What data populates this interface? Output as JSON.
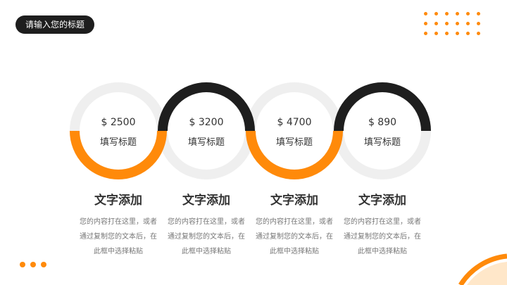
{
  "header": {
    "title": "请输入您的标题"
  },
  "items": [
    {
      "amount": "$ 2500",
      "subtitle": "填写标题",
      "heading": "文字添加",
      "body": "您的内容打在这里，或者通过复制您的文本后，在此框中选择粘贴",
      "highlight": "bottom",
      "color": "#ff8a0a"
    },
    {
      "amount": "$ 3200",
      "subtitle": "填写标题",
      "heading": "文字添加",
      "body": "您的内容打在这里，或者通过复制您的文本后，在此框中选择粘贴",
      "highlight": "top",
      "color": "#1e1e1e"
    },
    {
      "amount": "$ 4700",
      "subtitle": "填写标题",
      "heading": "文字添加",
      "body": "您的内容打在这里，或者通过复制您的文本后，在此框中选择粘贴",
      "highlight": "bottom",
      "color": "#ff8a0a"
    },
    {
      "amount": "$ 890",
      "subtitle": "填写标题",
      "heading": "文字添加",
      "body": "您的内容打在这里，或者通过复制您的文本后，在此框中选择粘贴",
      "highlight": "top",
      "color": "#1e1e1e"
    }
  ],
  "colors": {
    "accent": "#ff8a0a",
    "dark": "#1e1e1e",
    "ring_base": "#efefef",
    "corner": "#ffe7c9"
  }
}
